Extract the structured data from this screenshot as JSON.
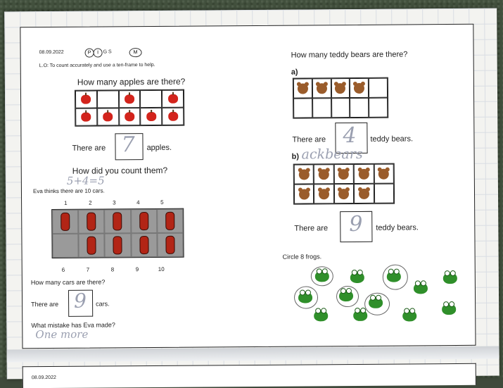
{
  "header": {
    "date": "08.09.2022",
    "marks": "G S",
    "lo": "L.O: To count accurately and use a ten-frame to help."
  },
  "apples": {
    "question": "How many apples are there?",
    "answer_prefix": "There are",
    "answer": "7",
    "answer_suffix": "apples.",
    "count_question": "How did you count them?",
    "count_working": "5+4=5"
  },
  "cars": {
    "eva_statement": "Eva thinks there are 10 cars.",
    "top_numbers": [
      "1",
      "2",
      "3",
      "4",
      "5"
    ],
    "bottom_numbers": [
      "6",
      "7",
      "8",
      "9",
      "10"
    ],
    "question": "How many cars are there?",
    "answer_prefix": "There are",
    "answer": "9",
    "answer_suffix": "cars.",
    "mistake_question": "What mistake has Eva made?",
    "mistake_answer": "One more"
  },
  "teddy": {
    "question": "How many teddy bears are there?",
    "part_a": "a)",
    "a_prefix": "There are",
    "a_answer": "4",
    "a_suffix": "teddy bears.",
    "part_b": "b)",
    "b_scribble": "ackbears",
    "b_prefix": "There are",
    "b_answer": "9",
    "b_suffix": "teddy bears."
  },
  "frogs": {
    "instruction": "Circle 8 frogs."
  },
  "next_page": {
    "date": "08.09.2022"
  }
}
